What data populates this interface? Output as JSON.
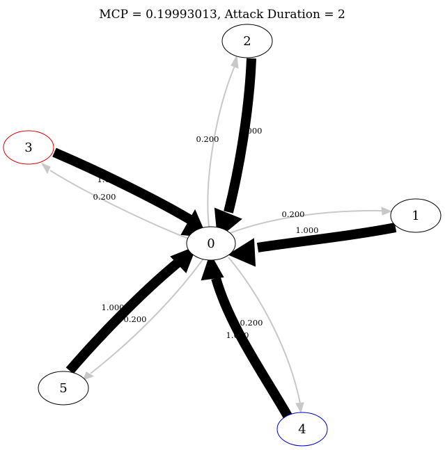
{
  "title": "MCP = 0.19993013, Attack Duration = 2",
  "colors": {
    "heavy_edge": "#000000",
    "light_edge": "#c8c8c8",
    "node_default": "#000000",
    "node_red": "#e00000",
    "node_blue": "#0000cc"
  },
  "nodes": [
    {
      "id": "0",
      "label": "0",
      "border": "node_default"
    },
    {
      "id": "1",
      "label": "1",
      "border": "node_default"
    },
    {
      "id": "2",
      "label": "2",
      "border": "node_default"
    },
    {
      "id": "3",
      "label": "3",
      "border": "node_red"
    },
    {
      "id": "4",
      "label": "4",
      "border": "node_blue"
    },
    {
      "id": "5",
      "label": "5",
      "border": "node_default"
    }
  ],
  "edges": [
    {
      "id": "2-0",
      "from": "2",
      "to": "0",
      "weight": "1.000",
      "style": "heavy"
    },
    {
      "id": "0-2",
      "from": "0",
      "to": "2",
      "weight": "0.200",
      "style": "light"
    },
    {
      "id": "3-0",
      "from": "3",
      "to": "0",
      "weight": "1.000",
      "style": "heavy"
    },
    {
      "id": "0-3",
      "from": "0",
      "to": "3",
      "weight": "0.200",
      "style": "light"
    },
    {
      "id": "0-1",
      "from": "0",
      "to": "1",
      "weight": "0.200",
      "style": "light"
    },
    {
      "id": "1-0",
      "from": "1",
      "to": "0",
      "weight": "1.000",
      "style": "heavy"
    },
    {
      "id": "5-0",
      "from": "5",
      "to": "0",
      "weight": "1.000",
      "style": "heavy"
    },
    {
      "id": "0-5",
      "from": "0",
      "to": "5",
      "weight": "0.200",
      "style": "light"
    },
    {
      "id": "4-0",
      "from": "4",
      "to": "0",
      "weight": "1.000",
      "style": "heavy"
    },
    {
      "id": "0-4",
      "from": "0",
      "to": "4",
      "weight": "0.200",
      "style": "light"
    }
  ]
}
